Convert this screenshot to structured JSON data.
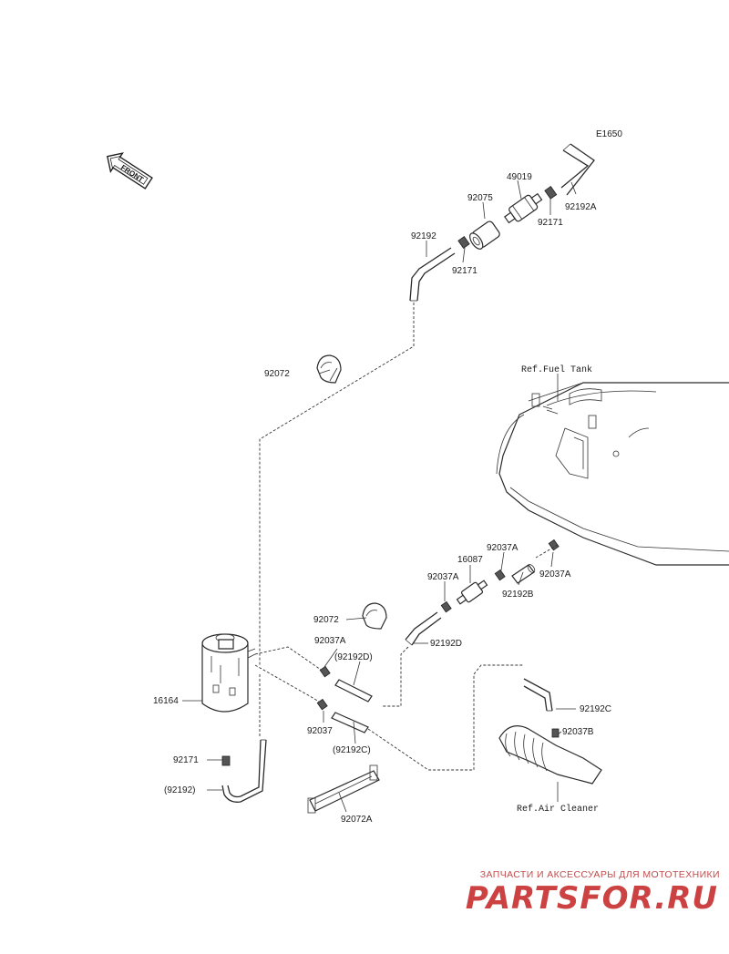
{
  "diagram": {
    "code": "E1650",
    "front_label": "FRONT",
    "refs": {
      "fuel_tank": "Ref.Fuel Tank",
      "air_cleaner": "Ref.Air Cleaner"
    },
    "labels": {
      "p49019": "49019",
      "p92075": "92075",
      "p92192A": "92192A",
      "p92171_top": "92171",
      "p92192": "92192",
      "p92171_mid": "92171",
      "p92072_top": "92072",
      "p92037A_right": "92037A",
      "p16087": "16087",
      "p92037A_mid": "92037A",
      "p92037A_tank": "92037A",
      "p92192B": "92192B",
      "p92072_mid": "92072",
      "p92192D": "92192D",
      "p92037A_left": "92037A",
      "p92192D_paren": "(92192D)",
      "p16164": "16164",
      "p92037": "92037",
      "p92192C_paren": "(92192C)",
      "p92192C": "92192C",
      "p92037B": "92037B",
      "p92171_low": "92171",
      "p92192_paren": "(92192)",
      "p92072A": "92072A"
    }
  },
  "watermark": {
    "tagline": "ЗАПЧАСТИ И АКСЕССУАРЫ ДЛЯ МОТОТЕХНИКИ",
    "logo": "PARTSFOR.RU",
    "color": "#c62828"
  }
}
